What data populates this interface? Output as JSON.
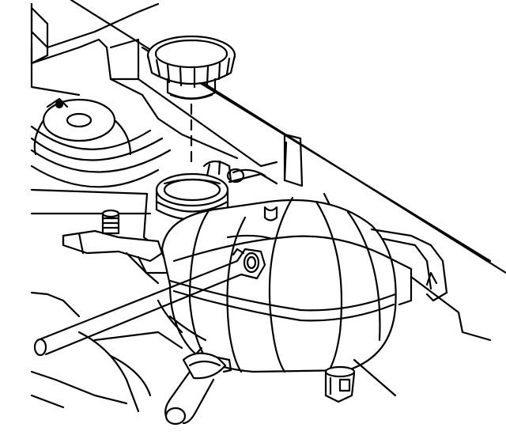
{
  "illustration": {
    "subject": "coolant-surge-tank-with-pressure-cap",
    "background_color": "#ffffff",
    "line_color": "#000000",
    "parts": [
      {
        "name": "pressure-cap",
        "icon": "cap-icon"
      },
      {
        "name": "filler-neck",
        "icon": "neck-icon"
      },
      {
        "name": "surge-tank",
        "icon": "tank-icon"
      },
      {
        "name": "strut-tower",
        "icon": "strut-icon"
      },
      {
        "name": "mounting-bracket",
        "icon": "bracket-icon"
      },
      {
        "name": "mounting-stud",
        "icon": "stud-icon"
      },
      {
        "name": "vent-hose",
        "icon": "hose-icon"
      },
      {
        "name": "outlet-hose",
        "icon": "hose-icon"
      },
      {
        "name": "hose-clamp",
        "icon": "clamp-icon"
      },
      {
        "name": "outlet-fitting",
        "icon": "fitting-icon"
      },
      {
        "name": "tank-strap",
        "icon": "strap-icon"
      }
    ]
  }
}
